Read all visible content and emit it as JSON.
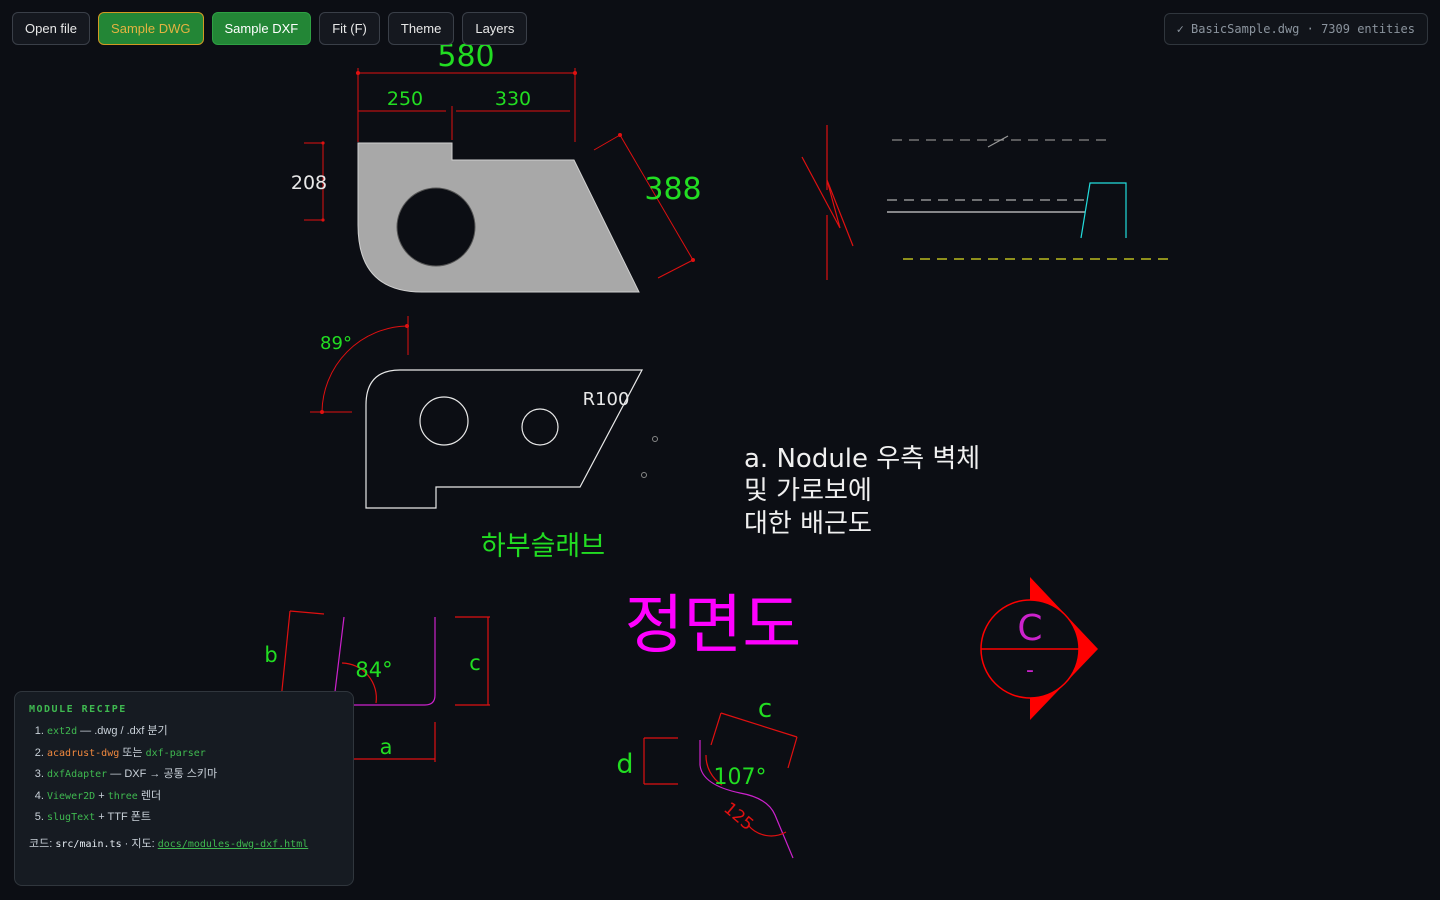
{
  "toolbar": {
    "open_file": "Open file",
    "sample_dwg": "Sample DWG",
    "sample_dxf": "Sample DXF",
    "fit": "Fit (F)",
    "theme": "Theme",
    "layers": "Layers"
  },
  "status": {
    "text": "✓ BasicSample.dwg · 7309 entities"
  },
  "drawing": {
    "dim_580": "580",
    "dim_250": "250",
    "dim_330": "330",
    "dim_208": "208",
    "dim_388": "388",
    "angle_89": "89°",
    "radius_r100": "R100",
    "note_line1": "a. Nodule 우측 벽체",
    "note_line2": "및 가로보에",
    "note_line3": "대한 배근도",
    "label_slab": "하부슬래브",
    "title_front_view": "정면도",
    "label_b": "b",
    "angle_84": "84°",
    "label_c_left": "c",
    "label_a": "a",
    "label_c_bottom": "c",
    "label_d": "d",
    "angle_107": "107°",
    "angle_125": "125",
    "section_letter": "C",
    "section_sub": "-"
  },
  "colors": {
    "dimension_green": "#22dd22",
    "dimension_red": "#e01010",
    "magenta": "#ff00ff",
    "fill_gray": "#a8a8a8",
    "cyan": "#22dddd",
    "yellow": "#dddd22"
  },
  "recipe": {
    "heading": "MODULE RECIPE",
    "item1_code": "ext2d",
    "item1_text": " — .dwg / .dxf 분기",
    "item2_code": "acadrust-dwg",
    "item2_mid": " 또는 ",
    "item2_code2": "dxf-parser",
    "item3_code": "dxfAdapter",
    "item3_text": " — DXF → 공통 스키마",
    "item4_code": "Viewer2D",
    "item4_mid": " + ",
    "item4_code2": "three",
    "item4_text": " 렌더",
    "item5_code": "slugText",
    "item5_text": " + TTF 폰트",
    "footer_code_label": "코드: ",
    "footer_code_path": "src/main.ts",
    "footer_sep": " · 지도: ",
    "footer_link": "docs/modules-dwg-dxf.html"
  }
}
